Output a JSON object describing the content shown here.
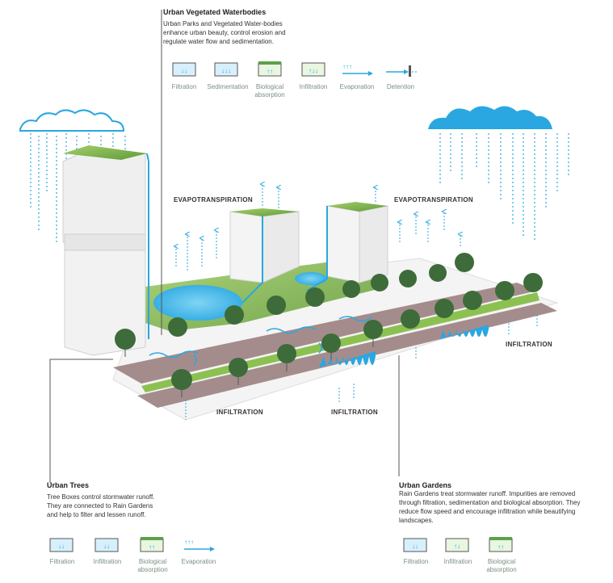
{
  "waterbodies": {
    "title": "Urban Vegetated Waterbodies",
    "description": "Urban Parks and Vegetated Water-bodies enhance urban beauty, control erosion and regulate water flow and sedimentation.",
    "icons": [
      {
        "label": "Filtration",
        "icon": "filtration-icon"
      },
      {
        "label": "Sedimentation",
        "icon": "sedimentation-icon"
      },
      {
        "label": "Biological absorption",
        "icon": "biological-absorption-icon"
      },
      {
        "label": "Infiltration",
        "icon": "infiltration-icon"
      },
      {
        "label": "Evaporation",
        "icon": "evaporation-icon"
      },
      {
        "label": "Detention",
        "icon": "detention-icon"
      }
    ]
  },
  "labels": {
    "evapo_left": "EVAPOTRANSPIRATION",
    "evapo_right": "EVAPOTRANSPIRATION",
    "infil_left": "INFILTRATION",
    "infil_mid": "INFILTRATION",
    "infil_right": "INFILTRATION"
  },
  "trees": {
    "title": "Urban Trees",
    "description": "Tree Boxes control stormwater runoff. They are connected to Rain Gardens and help to filter and lessen runoff.",
    "icons": [
      {
        "label": "Filtration",
        "icon": "filtration-icon"
      },
      {
        "label": "Infiltration",
        "icon": "infiltration-icon"
      },
      {
        "label": "Biological absorption",
        "icon": "biological-absorption-icon"
      },
      {
        "label": "Evaporation",
        "icon": "evaporation-icon"
      }
    ]
  },
  "gardens": {
    "title": "Urban Gardens",
    "description": "Rain Gardens treat stormwater runoff. Impurities are removed through filtration, sedimentation and biological absorption. They reduce flow speed and encourage infiltration while beautifying landscapes.",
    "icons": [
      {
        "label": "Filtration",
        "icon": "filtration-icon"
      },
      {
        "label": "Infiltration",
        "icon": "infiltration-icon"
      },
      {
        "label": "Biological absorption",
        "icon": "biological-absorption-icon"
      }
    ]
  },
  "colors": {
    "water": "#2aa7e0",
    "grass": "#7cb342",
    "road": "#a58c8c",
    "building": "#f2f2f2",
    "tree": "#3e6b3a"
  }
}
